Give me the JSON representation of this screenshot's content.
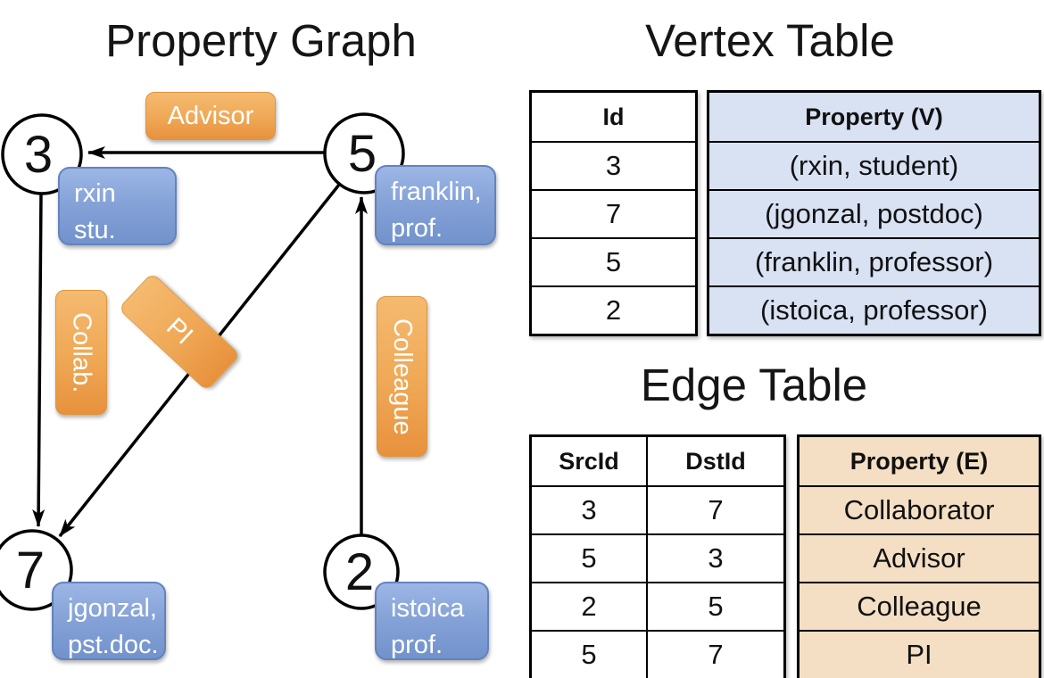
{
  "graph": {
    "title": "Property Graph",
    "nodes": [
      {
        "id": "3"
      },
      {
        "id": "5"
      },
      {
        "id": "7"
      },
      {
        "id": "2"
      }
    ],
    "edge_labels": [
      {
        "text": "Advisor"
      },
      {
        "text": "Collab."
      },
      {
        "text": "PI"
      },
      {
        "text": "Colleague"
      }
    ],
    "vertex_boxes": [
      {
        "line1": "rxin",
        "line2": "stu."
      },
      {
        "line1": "franklin,",
        "line2": "prof."
      },
      {
        "line1": "jgonzal,",
        "line2": "pst.doc."
      },
      {
        "line1": "istoica",
        "line2": "prof."
      }
    ],
    "edges": [
      {
        "src": "5",
        "dst": "3",
        "label": "Advisor"
      },
      {
        "src": "3",
        "dst": "7",
        "label": "Collab."
      },
      {
        "src": "5",
        "dst": "7",
        "label": "PI"
      },
      {
        "src": "2",
        "dst": "5",
        "label": "Colleague"
      }
    ]
  },
  "vertex_table": {
    "title": "Vertex Table",
    "columns": [
      "Id",
      "Property (V)"
    ],
    "rows": [
      [
        "3",
        "(rxin, student)"
      ],
      [
        "7",
        "(jgonzal, postdoc)"
      ],
      [
        "5",
        "(franklin, professor)"
      ],
      [
        "2",
        "(istoica, professor)"
      ]
    ]
  },
  "edge_table": {
    "title": "Edge Table",
    "columns": [
      "SrcId",
      "DstId",
      "Property (E)"
    ],
    "rows": [
      [
        "3",
        "7",
        "Collaborator"
      ],
      [
        "5",
        "3",
        "Advisor"
      ],
      [
        "2",
        "5",
        "Colleague"
      ],
      [
        "5",
        "7",
        "PI"
      ]
    ]
  },
  "colors": {
    "edge_label_orange": "#efa855",
    "vertex_box_blue": "#86a3d8",
    "vertex_property_fill": "#d9e2f3",
    "edge_property_fill": "#f5dfc4",
    "line_black": "#000000"
  }
}
